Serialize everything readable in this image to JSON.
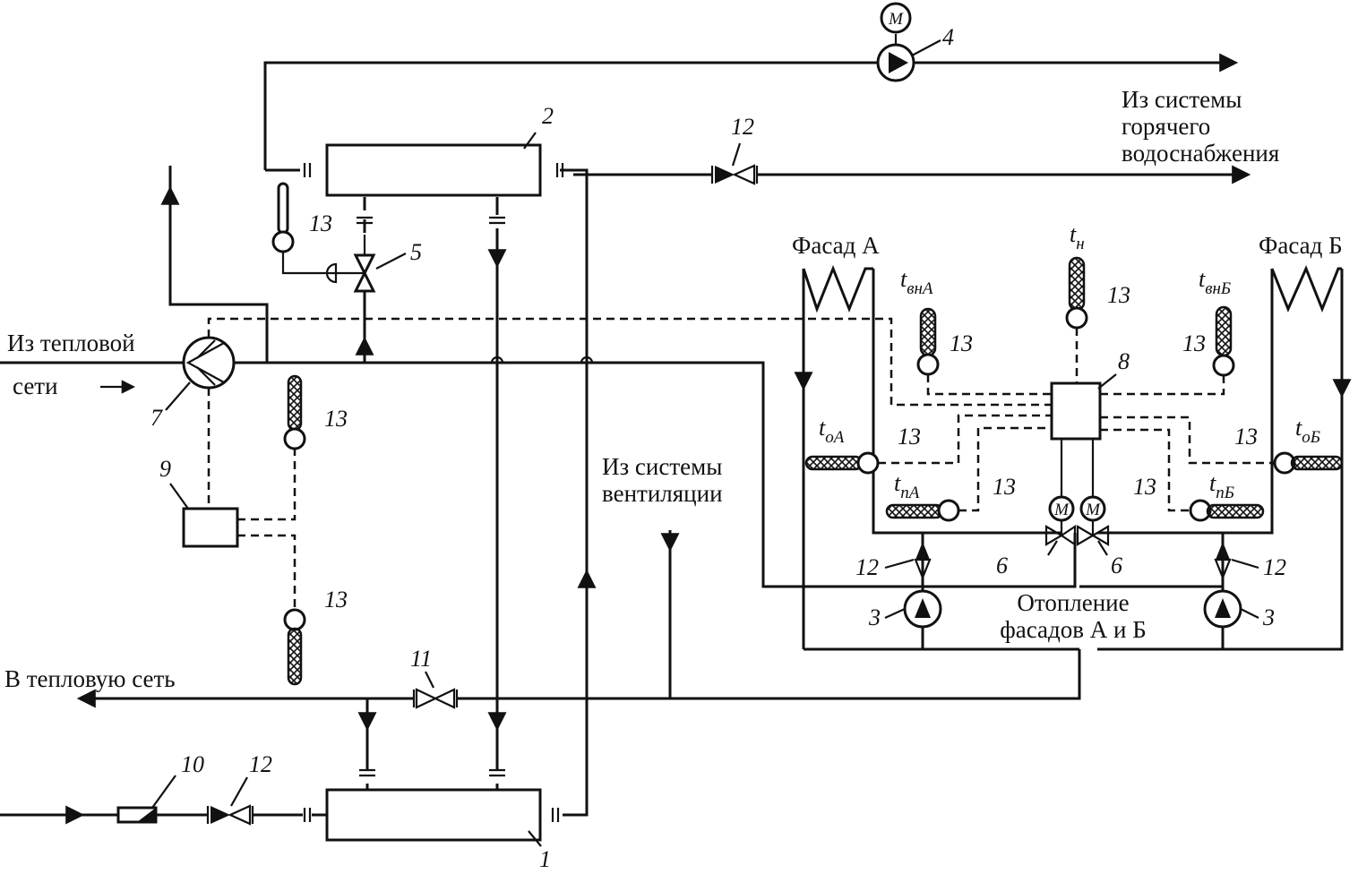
{
  "labels": {
    "from_heat_net_1": "Из тепловой",
    "from_heat_net_2": "сети",
    "to_heat_net": "В тепловую сеть",
    "hot_water_1": "Из системы",
    "hot_water_2": "горячего",
    "hot_water_3": "водоснабжения",
    "ventilation_1": "Из системы",
    "ventilation_2": "вентиляции",
    "facade_a": "Фасад А",
    "facade_b": "Фасад Б",
    "heating_1": "Отопление",
    "heating_2": "фасадов А и Б"
  },
  "motor_letter": "M",
  "numbers": {
    "n1": "1",
    "n2": "2",
    "n3": "3",
    "n4": "4",
    "n5": "5",
    "n6": "6",
    "n7": "7",
    "n8": "8",
    "n9": "9",
    "n10": "10",
    "n11": "11",
    "n12": "12",
    "n13": "13"
  },
  "temps": {
    "t": "t",
    "n": "н",
    "vnA": "внА",
    "vnB": "внБ",
    "oA": "оА",
    "oB": "оБ",
    "pA": "пА",
    "pB": "пБ"
  }
}
